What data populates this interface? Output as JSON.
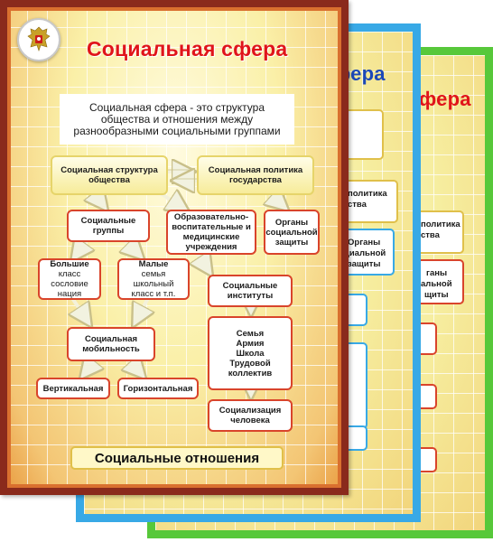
{
  "poster_front": {
    "title": "Социальная сфера",
    "intro": "Социальная сфера - это структура общества и отношения между разнообразными социальными группами",
    "nodes": {
      "structure": "Социальная структура общества",
      "policy": "Социальная политика государства",
      "groups": "Социальные группы",
      "education": "Образовательно-воспитательные и медицинские учреждения",
      "protection": "Органы социальной защиты",
      "large_title": "Большие",
      "large_items": "класс сословие нация",
      "small_title": "Малые",
      "small_items": "семья школьный класс и т.п.",
      "institutions": "Социальные институты",
      "mobility": "Социальная мобильность",
      "family_list": "Семья Армия Школа Трудовой коллектив",
      "vertical": "Вертикальная",
      "horizontal": "Горизонтальная",
      "socialization": "Социализация человека"
    },
    "footer": "Социальные отношения"
  },
  "poster_blue": {
    "title_fragment": "фера",
    "policy_fragment": "политика",
    "policy_fragment2": "ства",
    "organs_fragment": "Органы",
    "organs_fragment2": "циальной",
    "organs_fragment3": "защиты"
  },
  "poster_green": {
    "title_fragment": "фера",
    "policy_fragment": "политика",
    "policy_fragment2": "ства",
    "organs_fragment": "ганы",
    "organs_fragment2": "альной",
    "organs_fragment3": "щиты"
  },
  "colors": {
    "front_border": "#8a2a1c",
    "blue_border": "#38a9e6",
    "green_border": "#57c83a",
    "title_red": "#e0141a"
  }
}
